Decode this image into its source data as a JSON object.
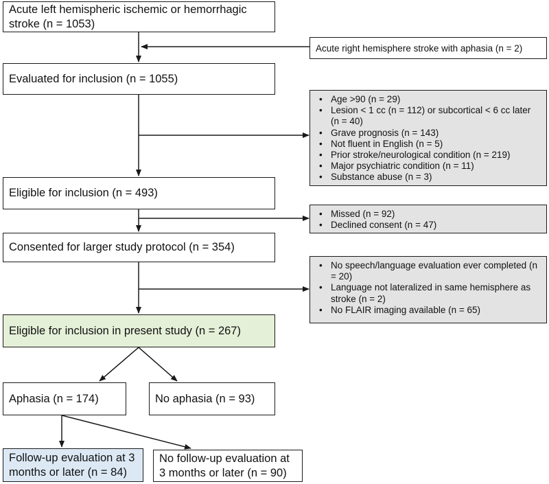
{
  "boxes": {
    "acute_stroke": "Acute left hemispheric ischemic or hemorrhagic stroke (n = 1053)",
    "evaluated": "Evaluated for inclusion (n = 1055)",
    "eligible": "Eligible for inclusion (n = 493)",
    "consented": "Consented for larger study protocol (n = 354)",
    "present_study": "Eligible for inclusion in present study (n = 267)",
    "aphasia": "Aphasia (n = 174)",
    "no_aphasia": "No aphasia (n = 93)",
    "followup": "Follow-up evaluation at 3 months or later (n = 84)",
    "no_followup": "No follow-up evaluation at 3 months or later (n = 90)"
  },
  "added": {
    "right_hemisphere": "Acute right hemisphere stroke with aphasia (n = 2)"
  },
  "exclusions": {
    "first": [
      "Age >90 (n = 29)",
      "Lesion < 1 cc (n = 112) or subcortical < 6 cc later (n = 40)",
      "Grave prognosis (n = 143)",
      "Not fluent in English (n = 5)",
      "Prior stroke/neurological condition (n = 219)",
      "Major psychiatric condition (n = 11)",
      "Substance abuse (n = 3)"
    ],
    "second": [
      "Missed (n = 92)",
      "Declined consent (n = 47)"
    ],
    "third": [
      "No speech/language evaluation ever completed (n = 20)",
      "Language not lateralized in same hemisphere as stroke (n = 2)",
      "No FLAIR imaging available (n = 65)"
    ]
  },
  "colors": {
    "present_study_fill": "#e5f0d8",
    "followup_fill": "#dce9f5",
    "exclusion_fill": "#e3e3e3",
    "line": "#1a1a1a"
  }
}
